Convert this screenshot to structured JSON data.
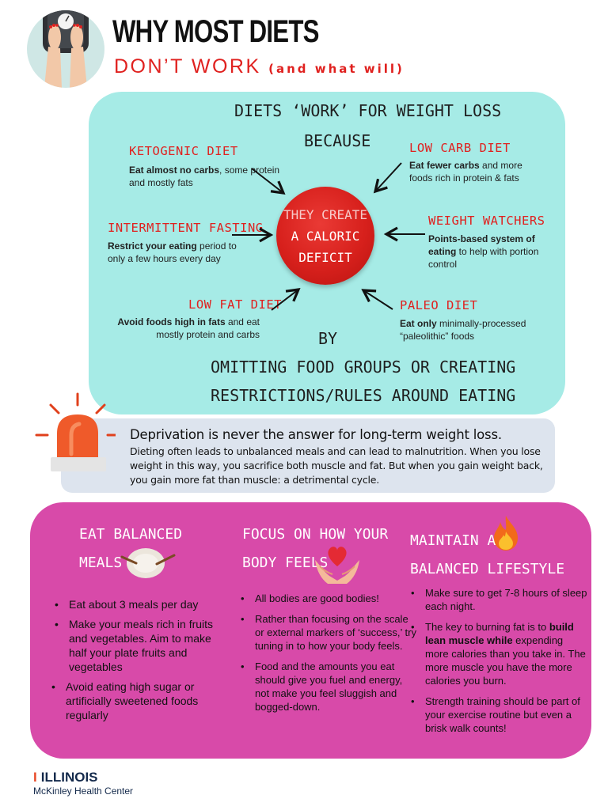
{
  "header": {
    "title": "WHY MOST DIETS",
    "subtitle": "DON’T WORK",
    "subtitle_paren": "(and what will)",
    "icon": "bathroom-scale-icon"
  },
  "diets_panel": {
    "heading_line1": "DIETS ‘WORK’ FOR WEIGHT LOSS",
    "heading_line2": "BECAUSE",
    "center_line1": "THEY CREATE",
    "center_line2": "A CALORIC",
    "center_line3": "DEFICIT",
    "by": "BY",
    "footer_line1": "OMITTING FOOD GROUPS OR CREATING",
    "footer_line2": "RESTRICTIONS/RULES AROUND EATING",
    "diets": {
      "keto": {
        "name": "KETOGENIC DIET",
        "bold": "Eat almost no carbs",
        "rest": ", some protein and mostly fats"
      },
      "lowcarb": {
        "name": "LOW CARB DIET",
        "bold": "Eat fewer carbs",
        "rest": " and more foods rich in protein & fats"
      },
      "intermittent": {
        "name": "INTERMITTENT FASTING",
        "bold": "Restrict your eating",
        "rest": " period to only a few hours every day"
      },
      "weightwatchers": {
        "name": "WEIGHT WATCHERS",
        "bold": "Points-based system of eating",
        "rest": " to help with portion control"
      },
      "lowfat": {
        "name": "LOW FAT DIET",
        "bold": "Avoid foods high in fats",
        "rest": " and eat mostly protein and carbs"
      },
      "paleo": {
        "name": "PALEO DIET",
        "bold": "Eat only",
        "rest": " minimally-processed “paleolithic” foods"
      }
    },
    "colors": {
      "panel": "#a6ebe6",
      "accent": "#e0211f"
    }
  },
  "deprivation": {
    "icon": "alarm-siren-icon",
    "heading": "Deprivation is never the answer for long-term weight loss.",
    "body": "Dieting often leads to unbalanced meals and can lead to malnutrition. When you lose weight in this way, you sacrifice both muscle and fat. But when you gain weight back, you gain more fat than muscle: a detrimental cycle."
  },
  "tips": {
    "colors": {
      "panel": "#d84aa9"
    },
    "col1": {
      "head_line1": "EAT BALANCED",
      "head_line2": "MEALS",
      "icon": "plate-with-utensils-icon",
      "items": [
        "Eat about 3 meals per day",
        "Make your meals rich in fruits and vegetables. Aim to make half your plate fruits and vegetables",
        "Avoid eating high sugar or artificially sweetened foods regularly"
      ]
    },
    "col2": {
      "head_line1": "FOCUS ON HOW YOUR",
      "head_line2": "BODY FEELS",
      "icon": "hands-holding-heart-icon",
      "items": [
        "All bodies are good bodies!",
        "Rather than focusing on the scale or external markers of ‘success,’ try tuning in to how your body feels.",
        "Food and the amounts you eat should give you fuel and energy, not make you feel sluggish and bogged-down."
      ]
    },
    "col3": {
      "head_line1": "MAINTAIN A",
      "head_line2": "BALANCED LIFESTYLE",
      "icon": "flame-icon",
      "item1": "Make sure to get 7-8 hours of sleep each night.",
      "item2_a": "The key to burning fat is to ",
      "item2_bold": "build lean muscle while",
      "item2_b": " expending more calories than you take in. The more muscle you have the more calories you burn.",
      "item3": "Strength training should be part of your exercise routine but even a brisk walk counts!"
    }
  },
  "footer": {
    "logo_mark": "I",
    "logo_name": "ILLINOIS",
    "org": "McKinley Health Center"
  }
}
